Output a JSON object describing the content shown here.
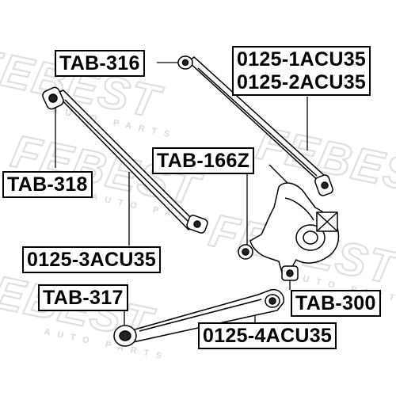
{
  "watermark": {
    "brand": "FEBEST",
    "subtext": "AUTO PARTS"
  },
  "labels": {
    "tab_316": "TAB-316",
    "ulca_1": "0125-1ACU35",
    "ulca_2": "0125-2ACU35",
    "tab_318": "TAB-318",
    "tab_166z": "TAB-166Z",
    "lca_3": "0125-3ACU35",
    "tab_317": "TAB-317",
    "tab_300": "TAB-300",
    "lca_4": "0125-4ACU35"
  }
}
